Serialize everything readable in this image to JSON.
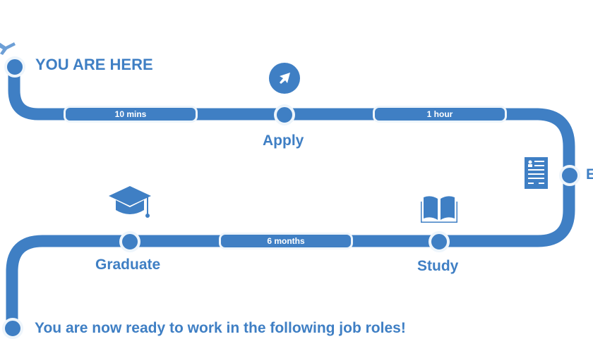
{
  "colors": {
    "accent": "#3f7fc4",
    "halo": "#eef5fb"
  },
  "start": {
    "label": "YOU ARE HERE",
    "icon": "airplane-icon"
  },
  "steps": [
    {
      "label": "Apply",
      "icon": "paper-plane-icon"
    },
    {
      "label": "E",
      "icon": "resume-document-icon"
    },
    {
      "label": "Study",
      "icon": "open-book-icon"
    },
    {
      "label": "Graduate",
      "icon": "graduation-cap-icon"
    }
  ],
  "durations": [
    "10 mins",
    "1 hour",
    "6 months"
  ],
  "end": {
    "label": "You are now ready to work in the following job roles!"
  }
}
